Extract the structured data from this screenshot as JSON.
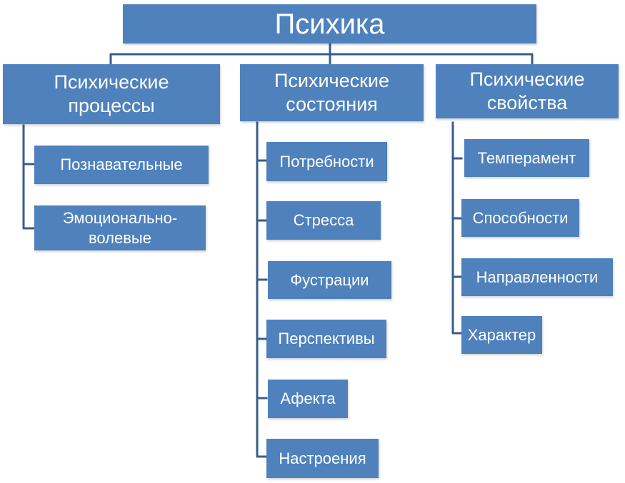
{
  "root": {
    "label": "Психика"
  },
  "categories": [
    {
      "label_line1": "Психические",
      "label_line2": "процессы",
      "items": [
        {
          "line1": "Познавательные"
        },
        {
          "line1": "Эмоционально-",
          "line2": "волевые"
        }
      ]
    },
    {
      "label_line1": "Психические",
      "label_line2": "состояния",
      "items": [
        {
          "line1": "Потребности"
        },
        {
          "line1": "Стресса"
        },
        {
          "line1": "Фустрации"
        },
        {
          "line1": "Перспективы"
        },
        {
          "line1": "Афекта"
        },
        {
          "line1": "Настроения"
        }
      ]
    },
    {
      "label_line1": "Психические",
      "label_line2": "свойства",
      "items": [
        {
          "line1": "Темперамент"
        },
        {
          "line1": "Способности"
        },
        {
          "line1": "Направленности"
        },
        {
          "line1": "Характер"
        }
      ]
    }
  ],
  "colors": {
    "box_fill": "#4f81bd",
    "connector": "#385d8a",
    "text": "#ffffff"
  }
}
